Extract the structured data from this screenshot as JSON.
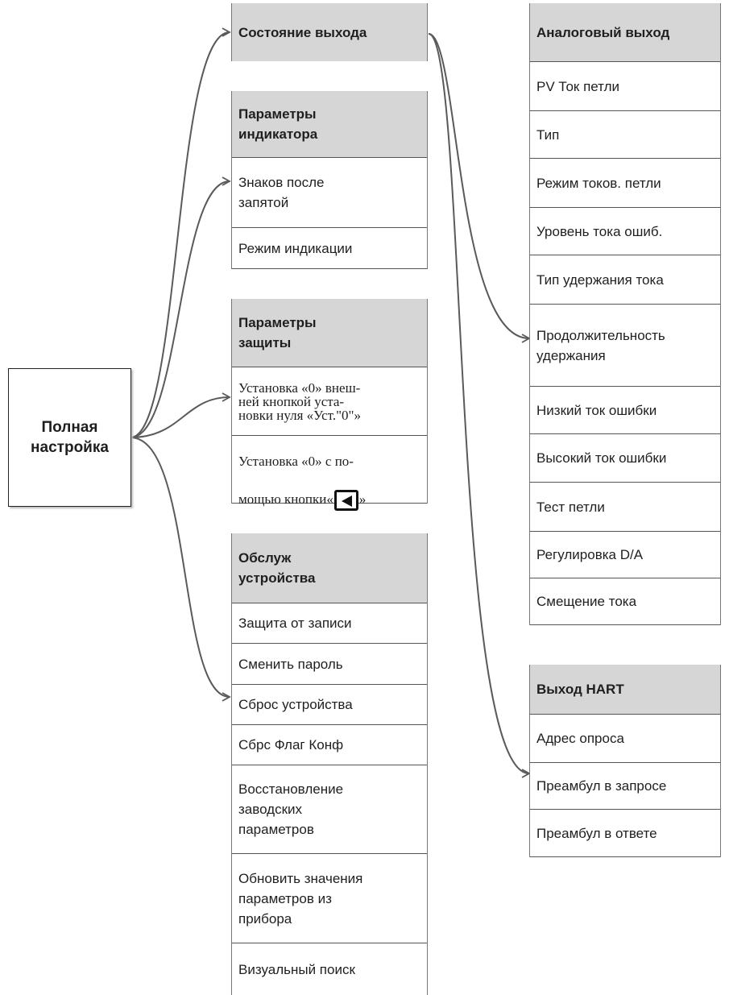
{
  "root": {
    "label_line1": "Полная",
    "label_line2": "настройка"
  },
  "output_state": {
    "header": "Состояние выхода"
  },
  "indicator": {
    "header": "Параметры\nиндикатора",
    "items": [
      "Знаков после\nзапятой",
      "Режим индикации"
    ]
  },
  "protection": {
    "header": "Параметры\nзащиты",
    "item1": "Установка «0» внеш-\nней кнопкой уста-\nновки нуля «Уст.\"0\"»",
    "item2_line1": "Установка «0» с по-",
    "item2_line2_prefix": "мощью кнопки«",
    "item2_line2_suffix": "»",
    "item2_icon": "left-arrow-key-icon"
  },
  "service": {
    "header": "Обслуж\nустройства",
    "items": [
      "Защита от записи",
      "Сменить пароль",
      "Сброс устройства",
      "Сбрс Флаг Конф",
      "Восстановление\nзаводских\nпараметров",
      "Обновить значения\nпараметров из\nприбора",
      "Визуальный поиск"
    ]
  },
  "analog_output": {
    "header": "Аналоговый выход",
    "items": [
      "PV Ток петли",
      "Тип",
      "Режим токов. петли",
      "Уровень тока ошиб.",
      "Тип удержания тока",
      "Продолжительность\nудержания",
      "Низкий ток ошибки",
      "Высокий ток ошибки",
      "Тест петли",
      "Регулировка D/A",
      "Смещение тока"
    ]
  },
  "hart_output": {
    "header": "Выход HART",
    "items": [
      "Адрес опроса",
      "Преамбул в запросе",
      "Преамбул в ответе"
    ]
  },
  "colors": {
    "header_bg": "#d6d6d6",
    "line": "#555555",
    "arrow": "#5a5a5a"
  }
}
